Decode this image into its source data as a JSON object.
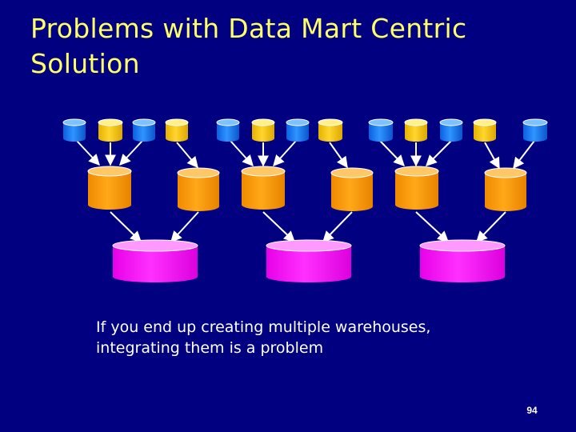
{
  "slide": {
    "title_line1": "Problems with Data Mart Centric",
    "title_line2": "Solution",
    "caption_line1": "If you end up creating multiple warehouses,",
    "caption_line2": "integrating them is a problem",
    "page_number": "94"
  },
  "colors": {
    "background": "#000080",
    "title": "#ffff66",
    "arrow": "#ffffff",
    "source_blue": "#1a7cff",
    "source_yellow": "#ffcc00",
    "data_mart": "#ff9900",
    "warehouse": "#ff00ff"
  },
  "diagram": {
    "sources": [
      {
        "color": "blue",
        "feeds_mart": 1
      },
      {
        "color": "yellow",
        "feeds_mart": 1
      },
      {
        "color": "blue",
        "feeds_mart": 1
      },
      {
        "color": "yellow",
        "feeds_mart": 2
      },
      {
        "color": "blue",
        "feeds_mart": 3
      },
      {
        "color": "yellow",
        "feeds_mart": 3
      },
      {
        "color": "blue",
        "feeds_mart": 3
      },
      {
        "color": "yellow",
        "feeds_mart": 4
      },
      {
        "color": "blue",
        "feeds_mart": 5
      },
      {
        "color": "yellow",
        "feeds_mart": 5
      },
      {
        "color": "blue",
        "feeds_mart": 5
      },
      {
        "color": "yellow",
        "feeds_mart": 6
      },
      {
        "color": "blue",
        "feeds_mart": 6
      }
    ],
    "data_marts": [
      {
        "id": 1,
        "feeds_warehouse": 1
      },
      {
        "id": 2,
        "feeds_warehouse": 1
      },
      {
        "id": 3,
        "feeds_warehouse": 2
      },
      {
        "id": 4,
        "feeds_warehouse": 2
      },
      {
        "id": 5,
        "feeds_warehouse": 3
      },
      {
        "id": 6,
        "feeds_warehouse": 3
      }
    ],
    "warehouses": [
      {
        "id": 1
      },
      {
        "id": 2
      },
      {
        "id": 3
      }
    ]
  }
}
